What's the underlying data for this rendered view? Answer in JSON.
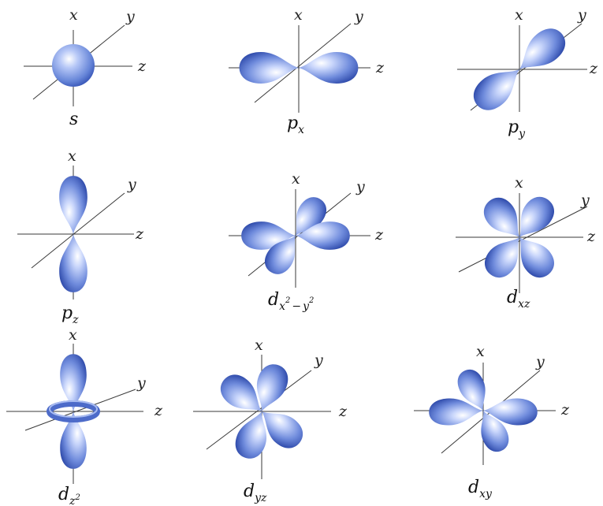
{
  "colors": {
    "lobe_light": "#eaf0ff",
    "lobe_mid": "#7f99e0",
    "lobe_dark": "#2d4db3",
    "axis": "#3a3a3a"
  },
  "axis_labels": {
    "x": "x",
    "y": "y",
    "z": "z"
  },
  "orbitals": [
    {
      "id": "s",
      "label": "s",
      "sub": ""
    },
    {
      "id": "px",
      "label": "p",
      "sub": "x"
    },
    {
      "id": "py",
      "label": "p",
      "sub": "y"
    },
    {
      "id": "pz",
      "label": "p",
      "sub": "z"
    },
    {
      "id": "dx2y2",
      "label": "d",
      "sub": "x",
      "sub_sup1": "2",
      "sub_minus": "−",
      "sub_y": "y",
      "sub_sup2": "2"
    },
    {
      "id": "dxz",
      "label": "d",
      "sub": "xz"
    },
    {
      "id": "dz2",
      "label": "d",
      "sub": "z",
      "sub_sup": "2"
    },
    {
      "id": "dyz",
      "label": "d",
      "sub": "yz"
    },
    {
      "id": "dxy",
      "label": "d",
      "sub": "xy"
    }
  ]
}
